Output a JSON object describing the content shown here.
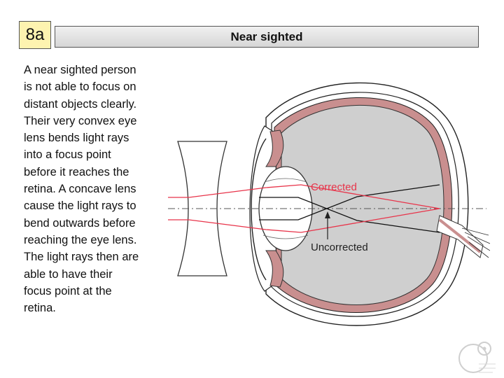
{
  "slide": {
    "number": "8a",
    "title": "Near sighted",
    "description": "A near sighted person is not able to focus on distant objects clearly. Their very convex eye lens bends light rays into a focus point before it reaches the retina. A concave lens cause the light rays to bend outwards before reaching the eye lens. The light rays then are able to have their focus point at the retina."
  },
  "diagram": {
    "label_corrected": "Corrected",
    "label_uncorrected": "Uncorrected",
    "colors": {
      "corrected_ray": "#e8344a",
      "uncorrected_ray": "#111111",
      "eye_fill": "#cfcfcf",
      "tissue": "#c98f8f"
    }
  }
}
